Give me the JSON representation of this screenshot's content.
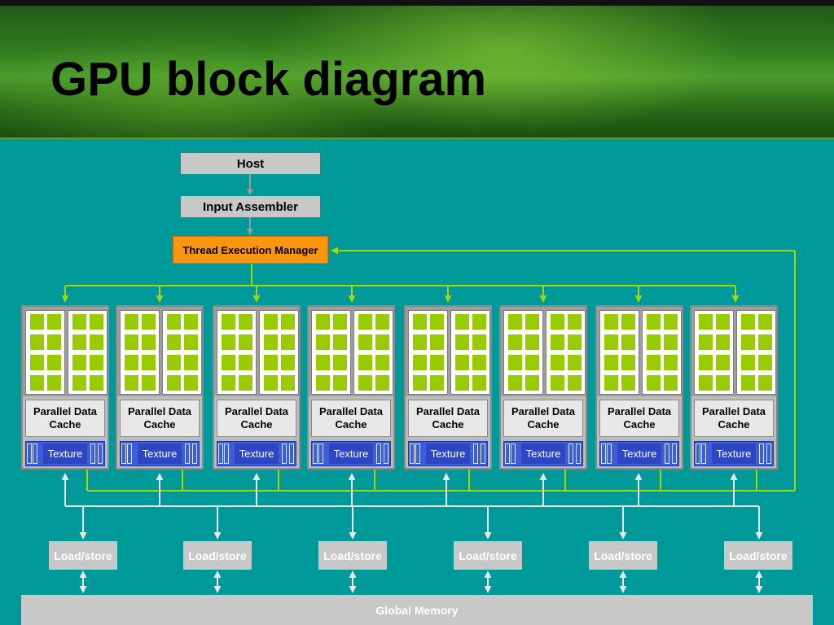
{
  "title": "GPU block diagram",
  "diagram": {
    "host": "Host",
    "input_assembler": "Input Assembler",
    "thread_execution_manager": "Thread Execution Manager",
    "multiprocessors": [
      {
        "cache": "Parallel Data Cache",
        "texture": "Texture"
      },
      {
        "cache": "Parallel Data Cache",
        "texture": "Texture"
      },
      {
        "cache": "Parallel Data Cache",
        "texture": "Texture"
      },
      {
        "cache": "Parallel Data Cache",
        "texture": "Texture"
      },
      {
        "cache": "Parallel Data Cache",
        "texture": "Texture"
      },
      {
        "cache": "Parallel Data Cache",
        "texture": "Texture"
      },
      {
        "cache": "Parallel Data Cache",
        "texture": "Texture"
      },
      {
        "cache": "Parallel Data Cache",
        "texture": "Texture"
      }
    ],
    "load_store_units": [
      "Load/store",
      "Load/store",
      "Load/store",
      "Load/store",
      "Load/store",
      "Load/store"
    ],
    "global_memory": "Global Memory"
  },
  "colors": {
    "background": "#00999a",
    "host_block": "#c8c8c8",
    "thread_manager": "#f8960f",
    "processor": "#99cc00",
    "texture": "#3c5fd8",
    "control_wire": "#a8d400",
    "data_wire": "#e8e8e8"
  }
}
